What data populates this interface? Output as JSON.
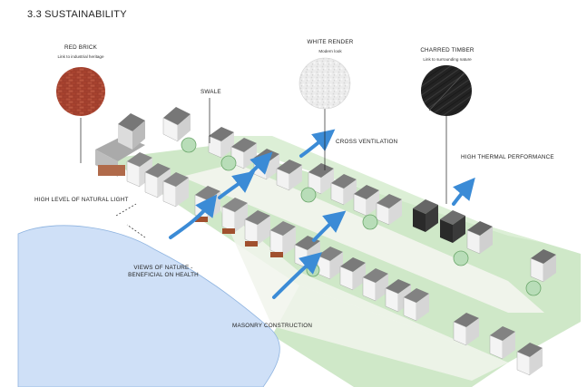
{
  "title": "3.3 SUSTAINABILITY",
  "materials": [
    {
      "name": "RED BRICK",
      "caption": "Link to industrial heritage"
    },
    {
      "name": "WHITE RENDER",
      "caption": "Modern look"
    },
    {
      "name": "CHARRED TIMBER",
      "caption": "Link to surrounding nature"
    }
  ],
  "annotations": {
    "swale": "SWALE",
    "cross_ventilation": "CROSS VENTILATION",
    "thermal": "HIGH THERMAL PERFORMANCE",
    "natural_light": "HIGH LEVEL OF NATURAL LIGHT",
    "views_line1": "VIEWS OF NATURE -",
    "views_line2": "BENEFICIAL ON HEALTH",
    "masonry": "MASONRY CONSTRUCTION"
  },
  "colors": {
    "lake": "#cfe0f7",
    "green": "#cfe8c8",
    "path": "#f3f5ee",
    "arrow": "#3b8bd6",
    "roof": "#8a8a8a",
    "wall": "#f4f4f4",
    "brick_base": "#a0502e",
    "timber": "#2a2a2a"
  }
}
